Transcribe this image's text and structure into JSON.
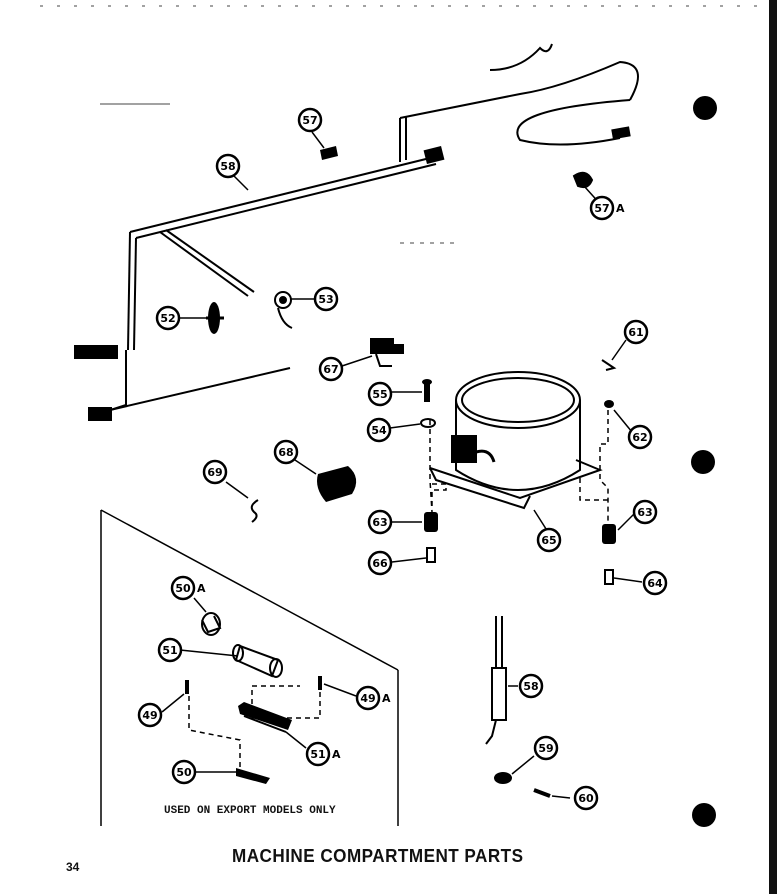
{
  "page": {
    "title": "MACHINE COMPARTMENT PARTS",
    "page_number": "34"
  },
  "inset": {
    "note": "USED ON EXPORT MODELS ONLY"
  },
  "callouts": [
    {
      "id": "57",
      "suffix": ""
    },
    {
      "id": "57",
      "suffix": "A"
    },
    {
      "id": "58",
      "suffix": ""
    },
    {
      "id": "52",
      "suffix": ""
    },
    {
      "id": "53",
      "suffix": ""
    },
    {
      "id": "67",
      "suffix": ""
    },
    {
      "id": "61",
      "suffix": ""
    },
    {
      "id": "55",
      "suffix": ""
    },
    {
      "id": "54",
      "suffix": ""
    },
    {
      "id": "62",
      "suffix": ""
    },
    {
      "id": "68",
      "suffix": ""
    },
    {
      "id": "69",
      "suffix": ""
    },
    {
      "id": "63",
      "suffix": ""
    },
    {
      "id": "63",
      "suffix": ""
    },
    {
      "id": "65",
      "suffix": ""
    },
    {
      "id": "66",
      "suffix": ""
    },
    {
      "id": "64",
      "suffix": ""
    },
    {
      "id": "50",
      "suffix": "A"
    },
    {
      "id": "51",
      "suffix": ""
    },
    {
      "id": "49",
      "suffix": "A"
    },
    {
      "id": "49",
      "suffix": ""
    },
    {
      "id": "51",
      "suffix": "A"
    },
    {
      "id": "50",
      "suffix": ""
    },
    {
      "id": "58",
      "suffix": ""
    },
    {
      "id": "59",
      "suffix": ""
    },
    {
      "id": "60",
      "suffix": ""
    }
  ]
}
